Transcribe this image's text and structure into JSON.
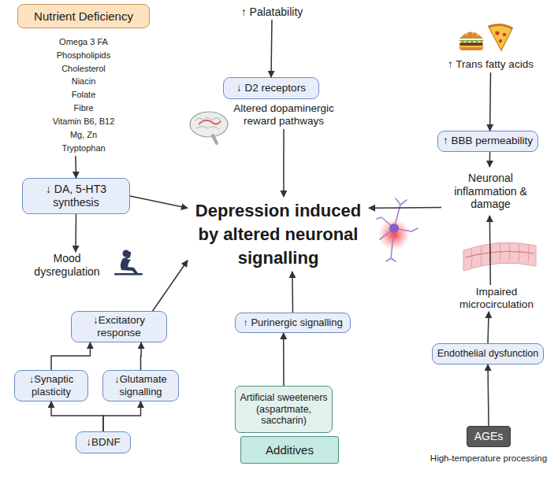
{
  "diagram": {
    "nodes": [
      {
        "text": [
          "Nutrient Deficiency"
        ]
      },
      {
        "text": [
          "↑ Palatability"
        ]
      },
      {
        "text": [
          "↑ Trans fatty acids"
        ]
      },
      {
        "text": [
          "↓ D2 receptors"
        ]
      },
      {
        "text": [
          "↑ BBB permeability"
        ]
      },
      {
        "text": [
          "Altered dopaminergic reward pathways"
        ]
      },
      {
        "text": [
          "↓ DA, 5-HT3 synthesis"
        ]
      },
      {
        "text": [
          "Depression induced by altered neuronal signalling"
        ]
      },
      {
        "text": [
          "Neuronal inflammation & damage"
        ]
      },
      {
        "text": [
          "Mood dysregulation"
        ]
      },
      {
        "text": [
          "↓Excitatory response"
        ]
      },
      {
        "text": [
          "Impaired microcirculation"
        ]
      },
      {
        "text": [
          "↓Synaptic plasticity"
        ]
      },
      {
        "text": [
          "↓Glutamate signalling"
        ]
      },
      {
        "text": [
          "↑ Purinergic signalling"
        ]
      },
      {
        "text": [
          "Endothelial dysfunction"
        ]
      },
      {
        "text": [
          "Artificial sweeteners (aspartmate, saccharin)"
        ]
      },
      {
        "text": [
          "Additives"
        ]
      },
      {
        "text": [
          "↓BDNF"
        ]
      },
      {
        "text": [
          "AGEs"
        ]
      }
    ],
    "edges": [
      {
        "from": 0,
        "to": 6,
        "arrow": "to"
      },
      {
        "from": 6,
        "to": 9,
        "arrow": "to"
      },
      {
        "from": 6,
        "to": 7,
        "arrow": "to"
      },
      {
        "from": 1,
        "to": 3,
        "arrow": "to"
      },
      {
        "from": 5,
        "to": 7,
        "arrow": "to"
      },
      {
        "from": 2,
        "to": 4,
        "arrow": "to"
      },
      {
        "from": 4,
        "to": 8,
        "arrow": "to"
      },
      {
        "from": 8,
        "to": 7,
        "arrow": "to"
      },
      {
        "from": 11,
        "to": 8,
        "arrow": "to"
      },
      {
        "from": 15,
        "to": 11,
        "arrow": "to"
      },
      {
        "from": 19,
        "to": 15,
        "arrow": "to"
      },
      {
        "from": 10,
        "to": 7,
        "arrow": "to"
      },
      {
        "from": 12,
        "to": 10,
        "arrow": "to"
      },
      {
        "from": 13,
        "to": 10,
        "arrow": "to"
      },
      {
        "from": 18,
        "to": 12,
        "arrow": "to"
      },
      {
        "from": 18,
        "to": 13,
        "arrow": "to"
      },
      {
        "from": 14,
        "to": 7,
        "arrow": "to"
      },
      {
        "from": 16,
        "to": 14,
        "arrow": "to"
      }
    ],
    "labels": [
      "Omega 3 FA",
      "Phospholipids",
      "Cholesterol",
      "Niacin",
      "Folate",
      "Fibre",
      "Vitamin B6, B12",
      "Mg, Zn",
      "Tryptophan",
      "High-temperature processing"
    ]
  }
}
